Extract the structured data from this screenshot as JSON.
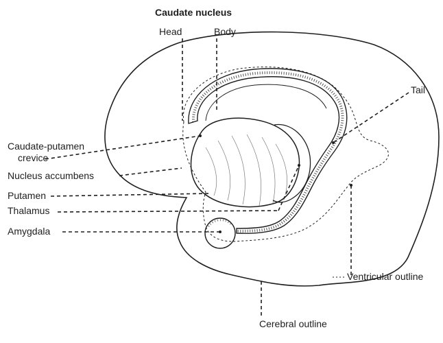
{
  "diagram": {
    "title": "Caudate nucleus",
    "labels": {
      "head": "Head",
      "body": "Body",
      "tail": "Tail",
      "crevice_line1": "Caudate-putamen",
      "crevice_line2": "crevice",
      "accumbens": "Nucleus accumbens",
      "putamen": "Putamen",
      "thalamus": "Thalamus",
      "amygdala": "Amygdala",
      "ventricular": "Ventricular outline",
      "cerebral": "Cerebral outline"
    },
    "colors": {
      "ink": "#1e1e1e",
      "background": "#ffffff"
    }
  }
}
